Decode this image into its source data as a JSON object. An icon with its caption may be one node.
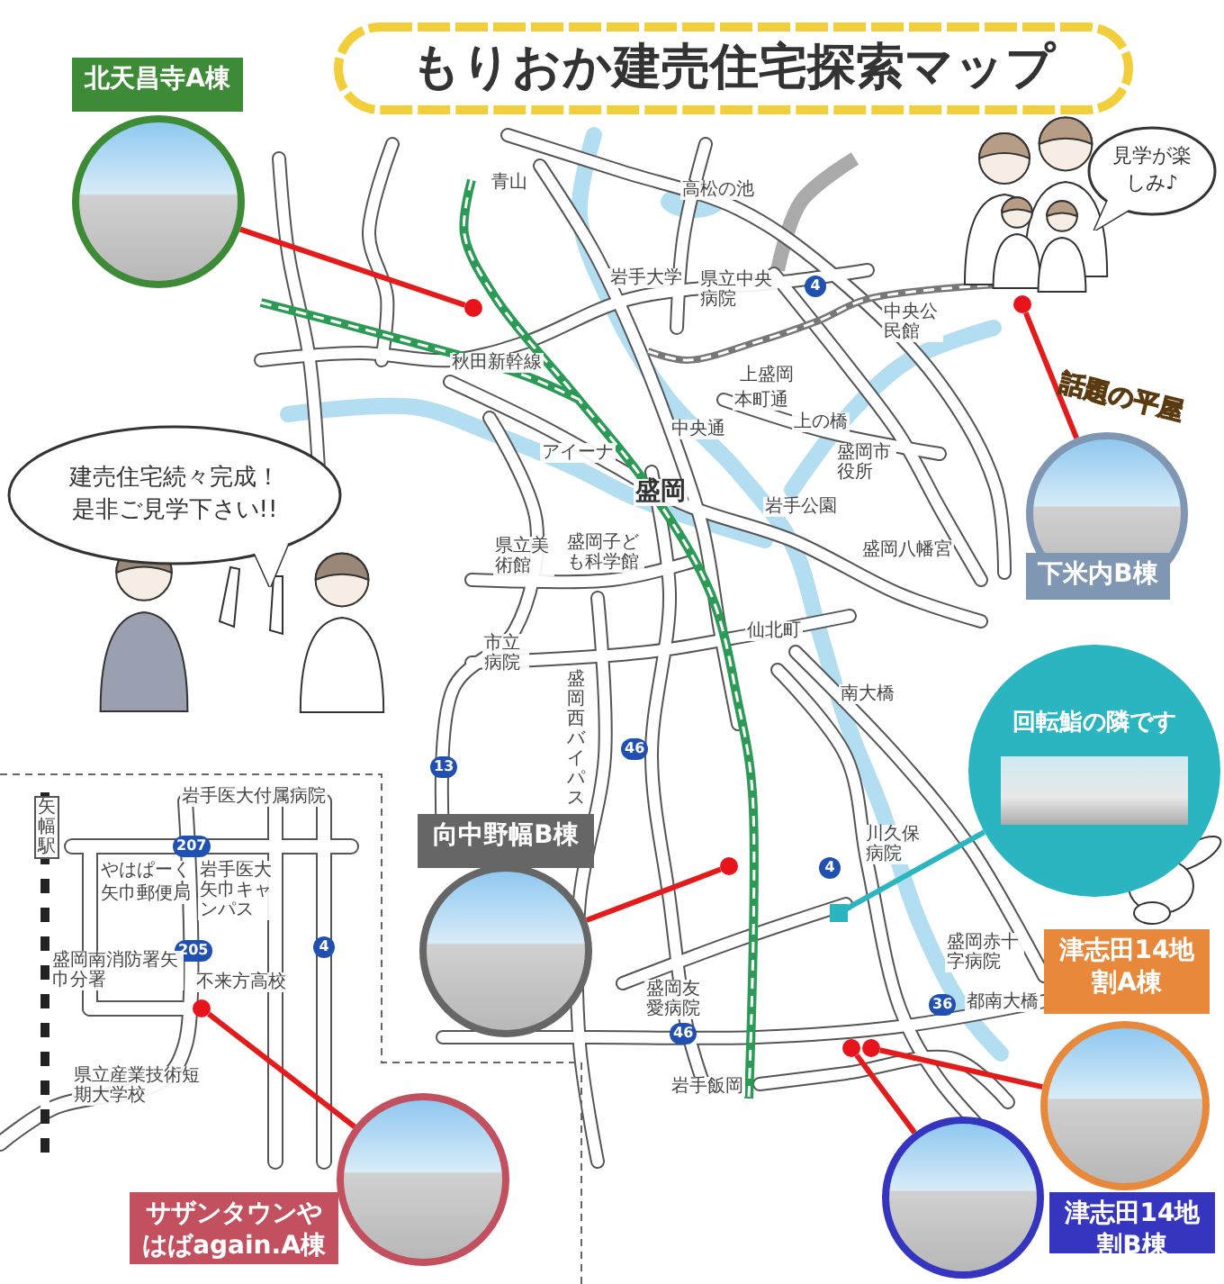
{
  "diagram": {
    "title": "もりおか建売住宅探索マップ",
    "nodes": [
      {
        "text": [
          "北天昌寺A棟"
        ]
      },
      {
        "text": [
          "見学が楽しみ♪"
        ]
      },
      {
        "text": [],
        "shape": "circle"
      },
      {
        "text": [],
        "shape": "circle"
      },
      {
        "text": [
          "下米内B棟"
        ],
        "beside": [
          "話題の平屋"
        ]
      },
      {
        "text": [
          "建売住宅続々完成！是非ご見学下さい!!"
        ]
      },
      {
        "text": [
          "回転鮨の隣です"
        ]
      },
      {
        "text": [
          "向中野幅B棟"
        ]
      },
      {
        "text": [],
        "shape": "circle"
      },
      {
        "text": [],
        "shape": "box"
      },
      {
        "text": [],
        "shape": "circle"
      },
      {
        "text": [
          "津志田14地割A棟"
        ]
      },
      {
        "text": [],
        "shape": "circle"
      },
      {
        "text": [],
        "shape": "circle"
      },
      {
        "text": [
          "サザンタウンやはばagain.A棟"
        ]
      },
      {
        "text": [
          "津志田14地割B棟"
        ]
      }
    ],
    "edges": [
      {
        "from": 0,
        "to": 2,
        "arrow": "none"
      },
      {
        "from": 4,
        "to": 3,
        "arrow": "none"
      },
      {
        "from": 6,
        "to": 9,
        "arrow": "none",
        "color": "#2bb5c0"
      },
      {
        "from": 7,
        "to": 8,
        "arrow": "none"
      },
      {
        "from": 11,
        "to": 13,
        "arrow": "none"
      },
      {
        "from": 14,
        "to": 10,
        "arrow": "none"
      },
      {
        "from": 15,
        "to": 12,
        "arrow": "none"
      }
    ],
    "labels": [
      "青山",
      "高松の池",
      "岩手大学",
      "県立中央病院",
      "4",
      "中央公民館",
      "秋田新幹線",
      "上盛岡",
      "本町通",
      "中央通",
      "上の橋",
      "盛岡市役所",
      "アイーナ",
      "盛岡",
      "岩手公園",
      "県立美術館",
      "盛岡子ども科学館",
      "盛岡八幡宮",
      "市立病院",
      "仙北町",
      "南大橋",
      "13",
      "46",
      "盛岡西バイパス",
      "川久保病院",
      "4",
      "盛岡赤十字病院",
      "都南大橋",
      "36",
      "盛岡友愛病院",
      "46",
      "岩手飯岡",
      "矢幅駅",
      "岩手医大付属病院",
      "207",
      "やはぱーく",
      "矢巾郵便局",
      "岩手医大矢巾キャンパス",
      "205",
      "4",
      "不来方高校",
      "盛岡南消防署矢巾分署",
      "県立産業技術短期大学校"
    ]
  }
}
